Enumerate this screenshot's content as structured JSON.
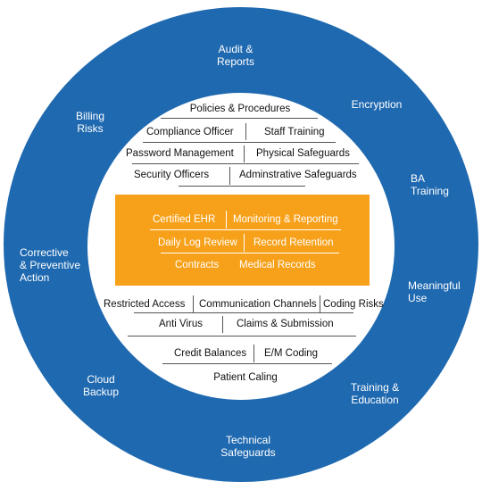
{
  "colors": {
    "ring": "#1f69b0",
    "center_box": "#f7a11a",
    "background": "#ffffff"
  },
  "outer_ring": {
    "audit": "Audit &\nReports",
    "encryption": "Encryption",
    "billing": "Billing\nRisks",
    "ba_training": "BA\nTraining",
    "corrective": "Corrective\n& Preventive\nAction",
    "meaningful": "Meaningful\nUse",
    "cloud": "Cloud\nBackup",
    "training_education": "Training &\nEducation",
    "technical": "Technical\nSafeguards"
  },
  "administrative": {
    "policies": "Policies & Procedures",
    "compliance_officer": "Compliance Officer",
    "staff_training": "Staff Training",
    "password_management": "Password Management",
    "physical_safeguards": "Physical Safeguards",
    "security_officers": "Security Officers",
    "administrative_safeguards": "Adminstrative Safeguards"
  },
  "center": {
    "certified_ehr": "Certified EHR",
    "monitoring": "Monitoring & Reporting",
    "daily_log": "Daily Log Review",
    "record_retention": "Record Retention",
    "contracts": "Contracts",
    "medical_records": "Medical Records"
  },
  "operational": {
    "restricted_access": "Restricted Access",
    "communication_channels": "Communication Channels",
    "coding_risks": "Coding Risks",
    "anti_virus": "Anti Virus",
    "claims_submission": "Claims & Submission",
    "credit_balances": "Credit Balances",
    "em_coding": "E/M Coding",
    "patient_caling": "Patient Caling"
  }
}
